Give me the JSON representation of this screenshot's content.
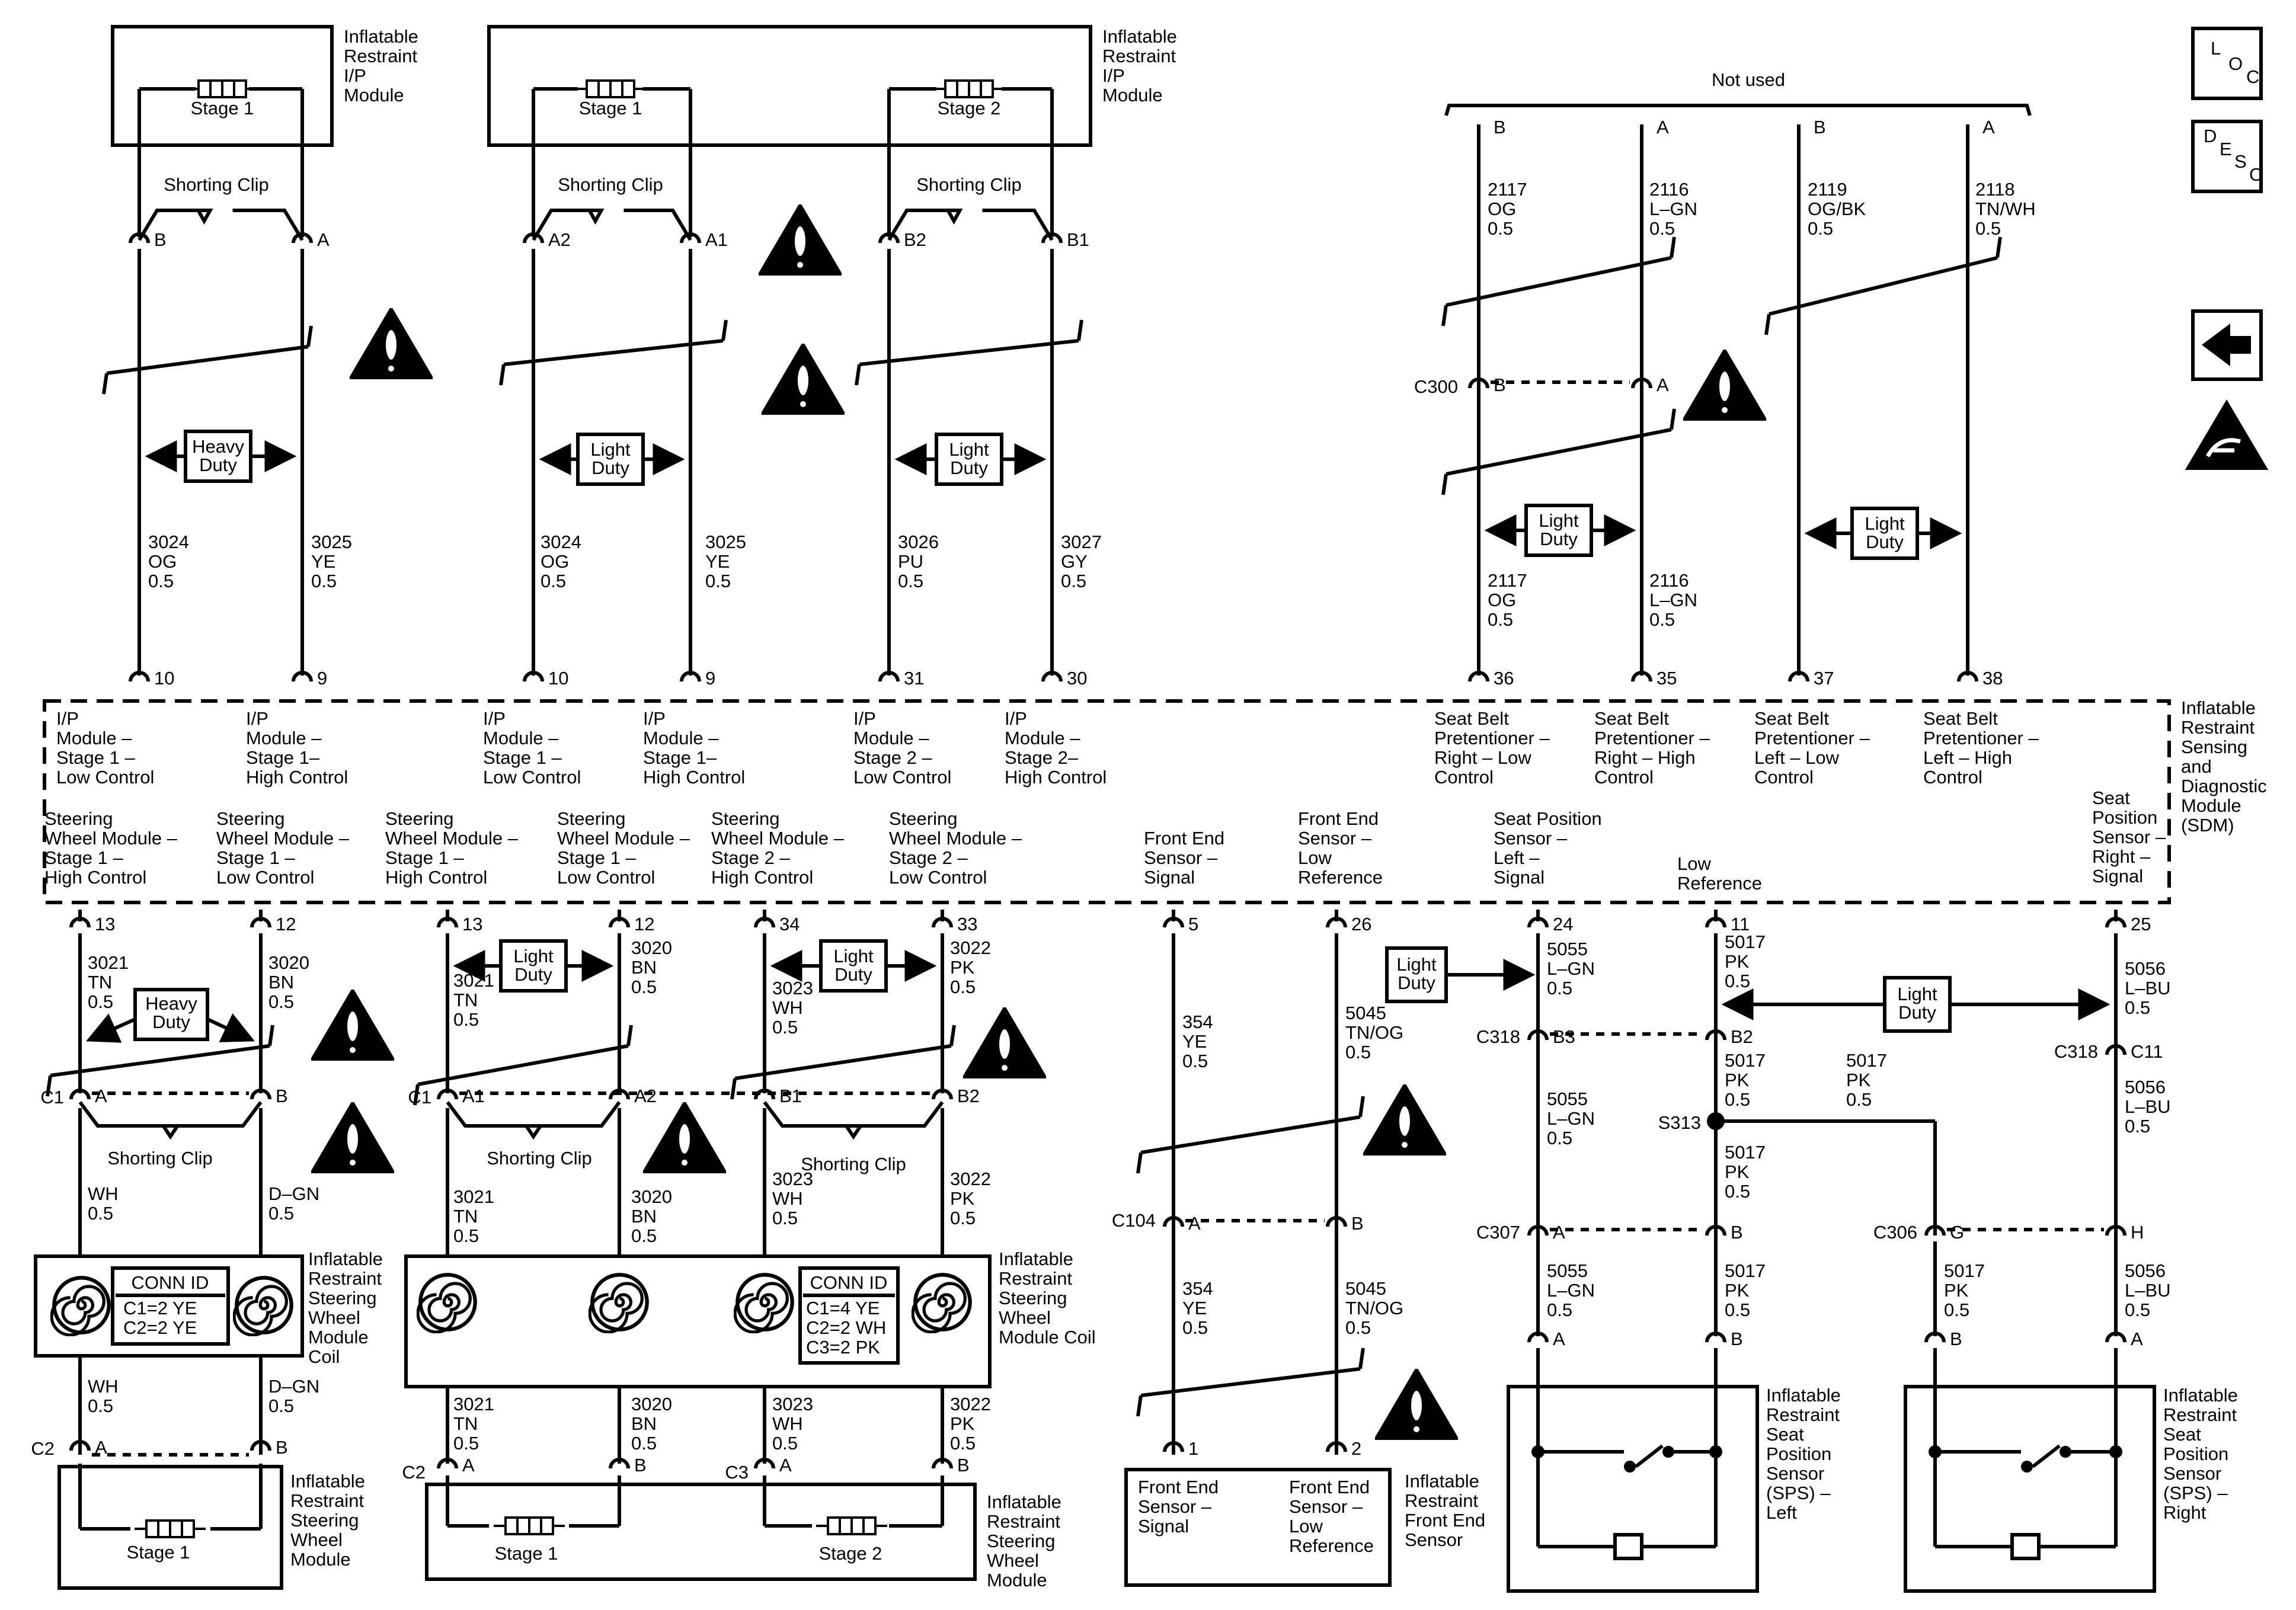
{
  "colors": {
    "ink": "#000000",
    "paper": "#ffffff"
  },
  "icons": {
    "loc": [
      "L",
      "O",
      "C"
    ],
    "desc": [
      "D",
      "E",
      "S",
      "C"
    ],
    "back_arrow": "left-arrow-icon",
    "esd_symbol": "esd-hand-icon",
    "warning": "warning-triangle-icon"
  },
  "labels": {
    "not_used": "Not used",
    "shorting_clip": "Shorting Clip",
    "stage1": "Stage 1",
    "stage2": "Stage 2",
    "heavy_duty": [
      "Heavy",
      "Duty"
    ],
    "light_duty": [
      "Light",
      "Duty"
    ],
    "conn_id": "CONN ID"
  },
  "components": {
    "ip_module_left": [
      "Inflatable",
      "Restraint",
      "I/P",
      "Module"
    ],
    "ip_module_right": [
      "Inflatable",
      "Restraint",
      "I/P",
      "Module"
    ],
    "sdm": [
      "Inflatable",
      "Restraint",
      "Sensing",
      "and",
      "Diagnostic",
      "Module",
      "(SDM)"
    ],
    "coil_left": [
      "Inflatable",
      "Restraint",
      "Steering",
      "Wheel",
      "Module",
      "Coil"
    ],
    "coil_right": [
      "Inflatable",
      "Restraint",
      "Steering",
      "Wheel",
      "Module Coil"
    ],
    "sw_module_left": [
      "Inflatable",
      "Restraint",
      "Steering",
      "Wheel",
      "Module"
    ],
    "sw_module_right": [
      "Inflatable",
      "Restraint",
      "Steering",
      "Wheel",
      "Module"
    ],
    "front_end_sensor": [
      "Inflatable",
      "Restraint",
      "Front End",
      "Sensor"
    ],
    "sps_left": [
      "Inflatable",
      "Restraint",
      "Seat",
      "Position",
      "Sensor",
      "(SPS) –",
      "Left"
    ],
    "sps_right": [
      "Inflatable",
      "Restraint",
      "Seat",
      "Position",
      "Sensor",
      "(SPS) –",
      "Right"
    ],
    "fes_signal": [
      "Front End",
      "Sensor –",
      "Signal"
    ],
    "fes_lowref": [
      "Front End",
      "Sensor –",
      "Low",
      "Reference"
    ]
  },
  "conn_id_left": [
    "C1=2 YE",
    "C2=2 YE"
  ],
  "conn_id_right": [
    "C1=4 YE",
    "C2=2 WH",
    "C3=2 PK"
  ],
  "sdm_top_functions": [
    [
      "I/P",
      "Module –",
      "Stage 1 –",
      "Low Control"
    ],
    [
      "I/P",
      "Module –",
      "Stage 1–",
      "High Control"
    ],
    [
      "I/P",
      "Module –",
      "Stage 1 –",
      "Low Control"
    ],
    [
      "I/P",
      "Module –",
      "Stage 1–",
      "High Control"
    ],
    [
      "I/P",
      "Module –",
      "Stage 2 –",
      "Low Control"
    ],
    [
      "I/P",
      "Module –",
      "Stage 2–",
      "High Control"
    ],
    [
      "Seat Belt",
      "Pretentioner –",
      "Right – Low",
      "Control"
    ],
    [
      "Seat Belt",
      "Pretentioner –",
      "Right – High",
      "Control"
    ],
    [
      "Seat Belt",
      "Pretentioner –",
      "Left – Low",
      "Control"
    ],
    [
      "Seat Belt",
      "Pretentioner –",
      "Left – High",
      "Control"
    ]
  ],
  "sdm_bottom_functions": [
    [
      "Steering",
      "Wheel Module –",
      "Stage 1 –",
      "High Control"
    ],
    [
      "Steering",
      "Wheel Module –",
      "Stage 1 –",
      "Low Control"
    ],
    [
      "Steering",
      "Wheel Module –",
      "Stage 1 –",
      "High Control"
    ],
    [
      "Steering",
      "Wheel Module –",
      "Stage 1 –",
      "Low Control"
    ],
    [
      "Steering",
      "Wheel Module –",
      "Stage 2 –",
      "High Control"
    ],
    [
      "Steering",
      "Wheel Module –",
      "Stage 2 –",
      "Low Control"
    ],
    [
      "Front End",
      "Sensor –",
      "Signal"
    ],
    [
      "Front End",
      "Sensor –",
      "Low",
      "Reference"
    ],
    [
      "Seat Position",
      "Sensor –",
      "Left –",
      "Signal"
    ],
    [
      "Low",
      "Reference"
    ],
    [
      "Seat",
      "Position",
      "Sensor –",
      "Right –",
      "Signal"
    ]
  ],
  "wires": {
    "w3024a": [
      "3024",
      "OG",
      "0.5"
    ],
    "w3025a": [
      "3025",
      "YE",
      "0.5"
    ],
    "w3024b": [
      "3024",
      "OG",
      "0.5"
    ],
    "w3025b": [
      "3025",
      "YE",
      "0.5"
    ],
    "w3026": [
      "3026",
      "PU",
      "0.5"
    ],
    "w3027": [
      "3027",
      "GY",
      "0.5"
    ],
    "w2117a": [
      "2117",
      "OG",
      "0.5"
    ],
    "w2116a": [
      "2116",
      "L–GN",
      "0.5"
    ],
    "w2119": [
      "2119",
      "OG/BK",
      "0.5"
    ],
    "w2118": [
      "2118",
      "TN/WH",
      "0.5"
    ],
    "w2117b": [
      "2117",
      "OG",
      "0.5"
    ],
    "w2116b": [
      "2116",
      "L–GN",
      "0.5"
    ],
    "w3021a": [
      "3021",
      "TN",
      "0.5"
    ],
    "w3020a": [
      "3020",
      "BN",
      "0.5"
    ],
    "w3021b": [
      "3021",
      "TN",
      "0.5"
    ],
    "w3020b": [
      "3020",
      "BN",
      "0.5"
    ],
    "w3023a": [
      "3023",
      "WH",
      "0.5"
    ],
    "w3022a": [
      "3022",
      "PK",
      "0.5"
    ],
    "wWHa": [
      "WH",
      "0.5"
    ],
    "wDGNa": [
      "D–GN",
      "0.5"
    ],
    "w3021c": [
      "3021",
      "TN",
      "0.5"
    ],
    "w3020c": [
      "3020",
      "BN",
      "0.5"
    ],
    "w3023c": [
      "3023",
      "WH",
      "0.5"
    ],
    "w3022c": [
      "3022",
      "PK",
      "0.5"
    ],
    "wWHb": [
      "WH",
      "0.5"
    ],
    "wDGNb": [
      "D–GN",
      "0.5"
    ],
    "w3021d": [
      "3021",
      "TN",
      "0.5"
    ],
    "w3020d": [
      "3020",
      "BN",
      "0.5"
    ],
    "w3023d": [
      "3023",
      "WH",
      "0.5"
    ],
    "w3022d": [
      "3022",
      "PK",
      "0.5"
    ],
    "w354a": [
      "354",
      "YE",
      "0.5"
    ],
    "w5045a": [
      "5045",
      "TN/OG",
      "0.5"
    ],
    "w354b": [
      "354",
      "YE",
      "0.5"
    ],
    "w5045b": [
      "5045",
      "TN/OG",
      "0.5"
    ],
    "w5055a": [
      "5055",
      "L–GN",
      "0.5"
    ],
    "w5017a": [
      "5017",
      "PK",
      "0.5"
    ],
    "w5056a": [
      "5056",
      "L–BU",
      "0.5"
    ],
    "w5055b": [
      "5055",
      "L–GN",
      "0.5"
    ],
    "w5017b": [
      "5017",
      "PK",
      "0.5"
    ],
    "w5017c": [
      "5017",
      "PK",
      "0.5"
    ],
    "w5017d": [
      "5017",
      "PK",
      "0.5"
    ],
    "w5056b": [
      "5056",
      "L–BU",
      "0.5"
    ],
    "w5055c": [
      "5055",
      "L–GN",
      "0.5"
    ],
    "w5017e": [
      "5017",
      "PK",
      "0.5"
    ],
    "w5017f": [
      "5017",
      "PK",
      "0.5"
    ],
    "w5056c": [
      "5056",
      "L–BU",
      "0.5"
    ]
  },
  "pins": {
    "ipL_B": "B",
    "ipL_A": "A",
    "ipR_A2": "A2",
    "ipR_A1": "A1",
    "ipR_B2": "B2",
    "ipR_B1": "B1",
    "nu_B1": "B",
    "nu_A1": "A",
    "nu_B2": "B",
    "nu_A2": "A",
    "c300_B": "B",
    "c300_A": "A",
    "sdm_10a": "10",
    "sdm_9a": "9",
    "sdm_10b": "10",
    "sdm_9b": "9",
    "sdm_31": "31",
    "sdm_30": "30",
    "sdm_36": "36",
    "sdm_35": "35",
    "sdm_37": "37",
    "sdm_38": "38",
    "sdm_13a": "13",
    "sdm_12a": "12",
    "sdm_13b": "13",
    "sdm_12b": "12",
    "sdm_34": "34",
    "sdm_33": "33",
    "sdm_5": "5",
    "sdm_26": "26",
    "sdm_24": "24",
    "sdm_11": "11",
    "sdm_25": "25",
    "c1L_A": "A",
    "c1L_B": "B",
    "c1R_A1": "A1",
    "c1R_A2": "A2",
    "c1R_B1": "B1",
    "c1R_B2": "B2",
    "c2L_A": "A",
    "c2L_B": "B",
    "c2R_A": "A",
    "c2R_B": "B",
    "c3_A": "A",
    "c3_B": "B",
    "c104_A": "A",
    "c104_B": "B",
    "fes_1": "1",
    "fes_2": "2",
    "c318_B3": "B3",
    "c318_B2": "B2",
    "c318_C11": "C11",
    "c307_A": "A",
    "c307_B": "B",
    "c306_G": "G",
    "c306_H": "H",
    "spsL_A": "A",
    "spsL_B": "B",
    "spsR_B": "B",
    "spsR_A": "A"
  },
  "connectors": {
    "c300": "C300",
    "c1": "C1",
    "c2": "C2",
    "c3": "C3",
    "c104": "C104",
    "c318": "C318",
    "c307": "C307",
    "c306": "C306",
    "s313": "S313"
  }
}
